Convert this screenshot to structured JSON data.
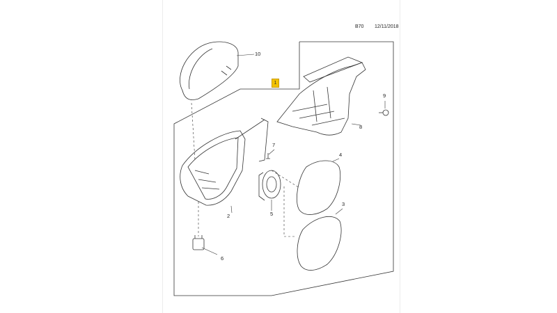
{
  "header": {
    "code": "B70",
    "date": "12/11/2018"
  },
  "marker": {
    "label": "1",
    "color": "#f2c200"
  },
  "callouts": [
    "10",
    "9",
    "8",
    "7",
    "4",
    "2",
    "5",
    "3",
    "6"
  ]
}
